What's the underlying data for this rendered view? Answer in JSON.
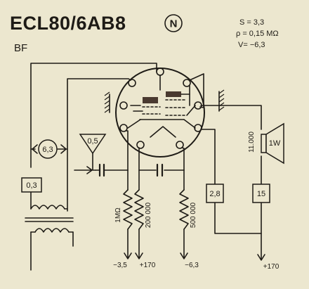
{
  "title": "ECL80/6AB8",
  "badge": "N",
  "subtitle": "BF",
  "specs": [
    "S = 3,3",
    "ρ = 0,15 MΩ",
    "V= −6,3"
  ],
  "heater_voltage": "6,3",
  "antenna_value": "0,5",
  "box_left": "0,3",
  "box_mid": "2,8",
  "box_right": "15",
  "speaker_label": "1W",
  "transformer_ratio": "11.000",
  "resistor_1": "1MΩ",
  "resistor_2": "200 000",
  "resistor_3": "500 000",
  "terminal_1": "−3,5",
  "terminal_2": "+170",
  "terminal_3": "−6,3",
  "terminal_4": "+170"
}
